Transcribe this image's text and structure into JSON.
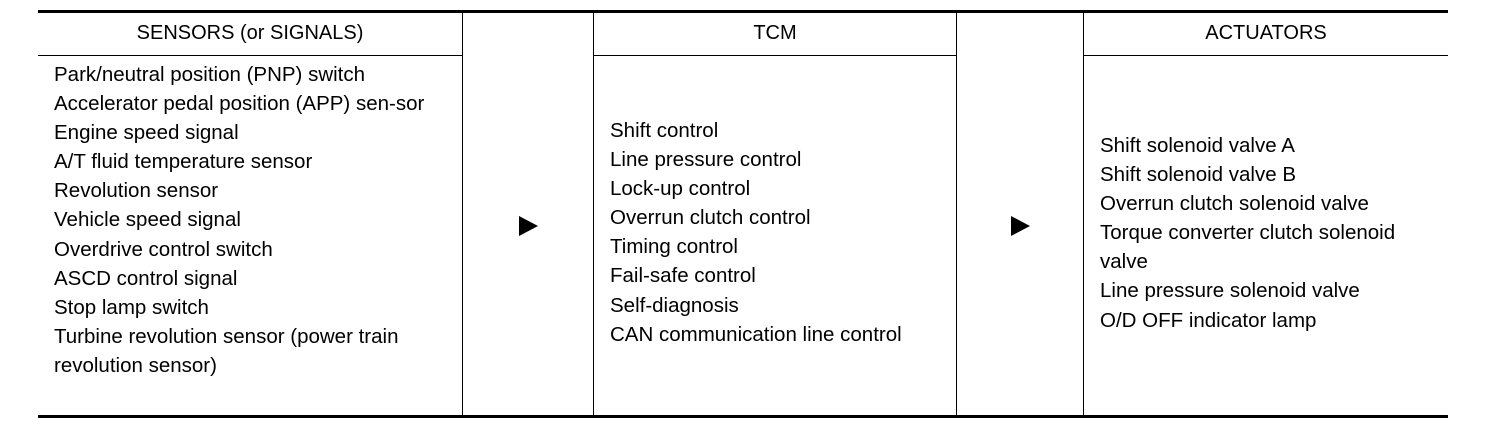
{
  "headers": {
    "sensors": "SENSORS (or SIGNALS)",
    "tcm": "TCM",
    "actuators": "ACTUATORS"
  },
  "sensors": [
    "Park/neutral position (PNP) switch",
    "Accelerator pedal position (APP) sen-sor",
    "Engine speed signal",
    "A/T fluid temperature sensor",
    "Revolution sensor",
    "Vehicle speed signal",
    "Overdrive control switch",
    "ASCD control signal",
    "Stop lamp switch",
    "Turbine revolution sensor (power train revolution sensor)"
  ],
  "tcm": [
    "Shift control",
    "Line pressure control",
    "Lock-up control",
    "Overrun clutch control",
    "Timing control",
    "Fail-safe control",
    "Self-diagnosis",
    "CAN communication line control"
  ],
  "actuators": [
    "Shift solenoid valve A",
    "Shift solenoid valve B",
    "Overrun clutch solenoid valve",
    "Torque converter clutch solenoid valve",
    "Line pressure solenoid valve",
    "O/D OFF indicator lamp"
  ],
  "arrows": {
    "first": "right-triangle-arrow-icon",
    "second": "right-triangle-arrow-icon"
  }
}
